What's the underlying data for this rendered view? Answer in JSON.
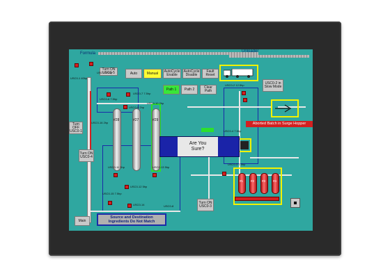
{
  "header": {
    "formula_label": "Formula",
    "right_label": "Unloader"
  },
  "buttons": {
    "turn_on_usc0_5": "Turn ON USC0-5",
    "auto": "Auto",
    "manual": "Manual",
    "autocycle_enable": "AutoCycle Enable",
    "autocycle_disable": "AutoCycle Disable",
    "fault_reset": "Fault Reset",
    "path_1": "Path 1",
    "path_2": "Path 2",
    "clear_path": "Clear Path",
    "turn_off_usc0_1": "Turn OFF USC0-1",
    "turn_on_usc0_4": "Turn ON USC0-4",
    "usc0_2_slow_mode": "USC0-2 in Slow Mode",
    "turn_on_usc0_3": "Turn ON USC0-3",
    "main": "Main"
  },
  "tanks": [
    "#28",
    "#27",
    "#29"
  ],
  "hoppers": [
    "#1",
    "#2",
    "#3",
    "#4"
  ],
  "labels": {
    "usc0_5": "USC0-5 5hp",
    "usc0_1": "USC0-1 40hp",
    "usc0_6": "USC0-6 7.5hp",
    "usc0_7": "USC0-7 7.5hp",
    "usc0_8": "USC0-8",
    "usc0_9": "USC0-9 2hp",
    "usc0_10": "USC0-10 2hp",
    "usc0_11": "USC0-11 3hp",
    "usc0_12": "USC0-12 5hp",
    "usc0_13": "USC0-13 5hp",
    "usc0_14": "USC0-14",
    "usc0_2": "USC0-2 12.5hp",
    "usc0_3": "USC0-3 7.5hp",
    "usc0_4": "USC0-4 7.5hp",
    "usc0_15": "USC0-15 7.5hp",
    "usc0_16": "USC0-16 2hp"
  },
  "dialog": {
    "text": "Are You Sure?"
  },
  "alarm": {
    "text": "Aborted Batch in Surge Hopper"
  },
  "status_message": {
    "line1": "Source and Destination",
    "line2": "Ingredients Do Not Match"
  },
  "colors": {
    "screen_bg": "#2fa7a0",
    "accent_yellow": "#f2f200",
    "alarm_red": "#d32020",
    "highlight_green": "#2de02d",
    "frame_blue": "#1a2aa8"
  }
}
